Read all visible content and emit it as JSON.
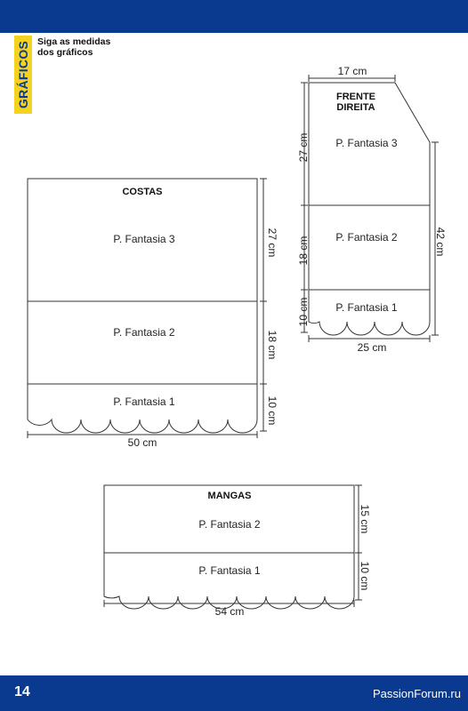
{
  "header": {
    "section_tab": "GRÁFICOS",
    "note": "Siga as medidas dos gráficos"
  },
  "footer": {
    "page_number": "14",
    "watermark": "PassionForum.ru"
  },
  "costas": {
    "title": "COSTAS",
    "pattern3": "P. Fantasia 3",
    "pattern2": "P. Fantasia 2",
    "pattern1": "P. Fantasia 1",
    "h1": "27 cm",
    "h2": "18 cm",
    "h3": "10 cm",
    "width": "50 cm"
  },
  "frente": {
    "title_line1": "FRENTE",
    "title_line2": "DIREITA",
    "pattern3": "P. Fantasia 3",
    "pattern2": "P. Fantasia 2",
    "pattern1": "P. Fantasia 1",
    "top_width": "17 cm",
    "h1": "27 cm",
    "h2": "18 cm",
    "h3": "10 cm",
    "total_height": "42 cm",
    "width": "25 cm"
  },
  "mangas": {
    "title": "MANGAS",
    "pattern2": "P. Fantasia 2",
    "pattern1": "P. Fantasia 1",
    "h1": "15 cm",
    "h2": "10 cm",
    "width": "54 cm"
  }
}
